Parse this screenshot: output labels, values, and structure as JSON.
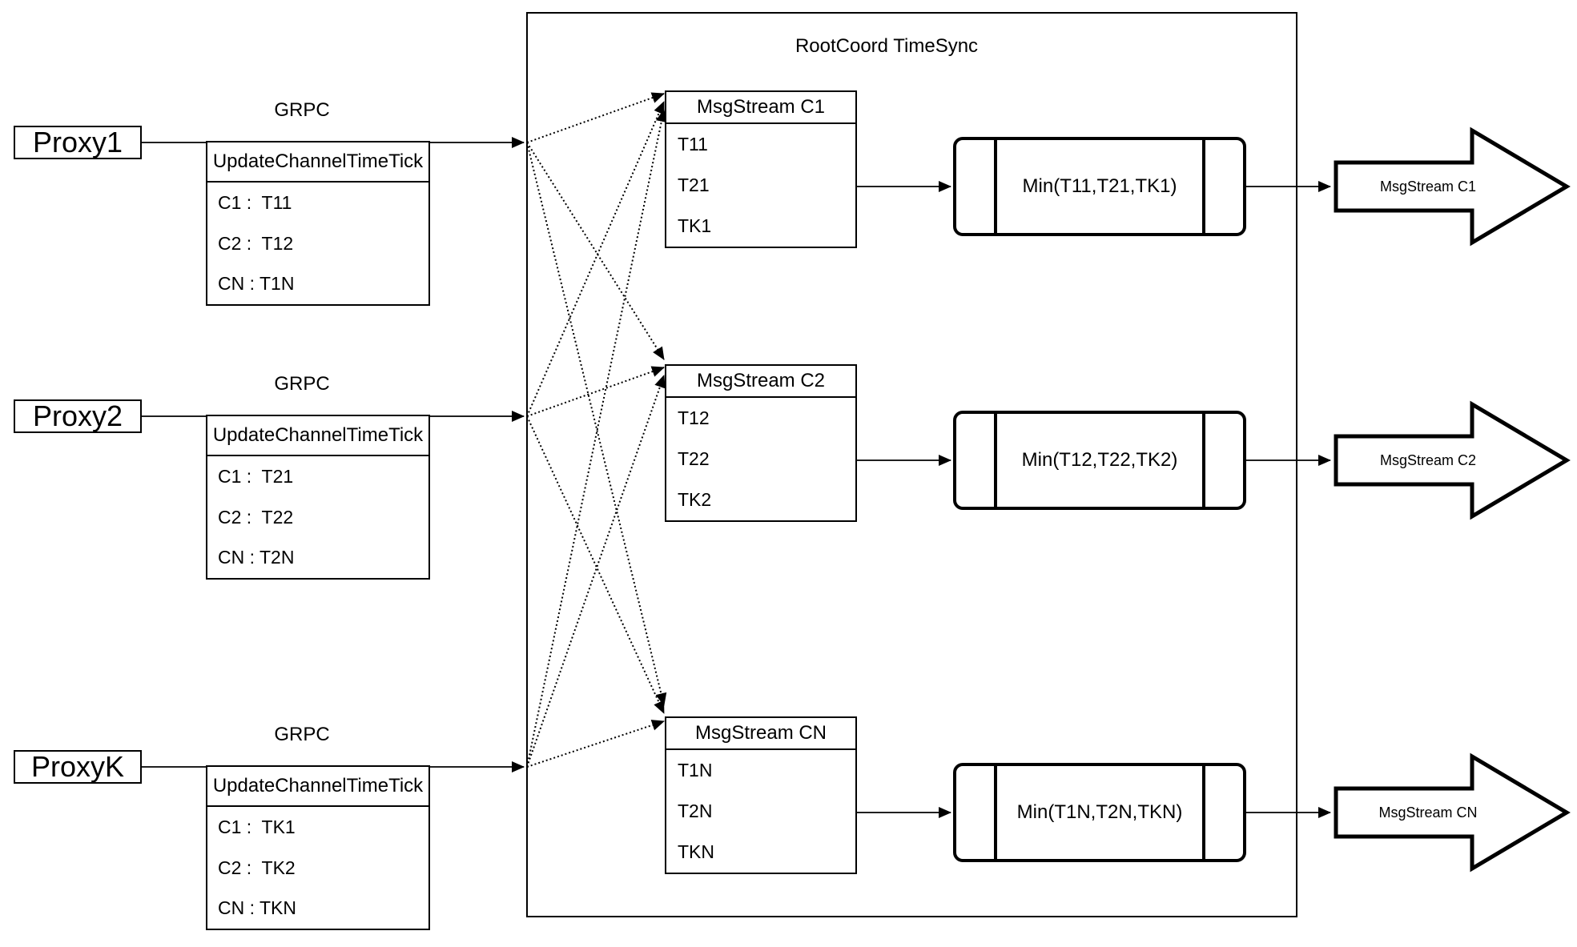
{
  "colors": {
    "ink": "#000000",
    "background": "#ffffff"
  },
  "diagram": {
    "title": "RootCoord TimeSync",
    "proxies": [
      {
        "name": "Proxy1",
        "protocol": "GRPC",
        "update": {
          "header": "UpdateChannelTimeTick",
          "rows": [
            "C1 :  T11",
            "C2 :  T12",
            "CN : T1N"
          ]
        }
      },
      {
        "name": "Proxy2",
        "protocol": "GRPC",
        "update": {
          "header": "UpdateChannelTimeTick",
          "rows": [
            "C1 :  T21",
            "C2 :  T22",
            "CN : T2N"
          ]
        }
      },
      {
        "name": "ProxyK",
        "protocol": "GRPC",
        "update": {
          "header": "UpdateChannelTimeTick",
          "rows": [
            "C1 :  TK1",
            "C2 :  TK2",
            "CN : TKN"
          ]
        }
      }
    ],
    "channels": [
      {
        "stream_header": "MsgStream C1",
        "stream_rows": [
          "T11",
          "T21",
          "TK1"
        ],
        "min_label": "Min(T11,T21,TK1)",
        "output_label": "MsgStream C1"
      },
      {
        "stream_header": "MsgStream C2",
        "stream_rows": [
          "T12",
          "T22",
          "TK2"
        ],
        "min_label": "Min(T12,T22,TK2)",
        "output_label": "MsgStream C2"
      },
      {
        "stream_header": "MsgStream CN",
        "stream_rows": [
          "T1N",
          "T2N",
          "TKN"
        ],
        "min_label": "Min(T1N,T2N,TKN)",
        "output_label": "MsgStream CN"
      }
    ]
  }
}
